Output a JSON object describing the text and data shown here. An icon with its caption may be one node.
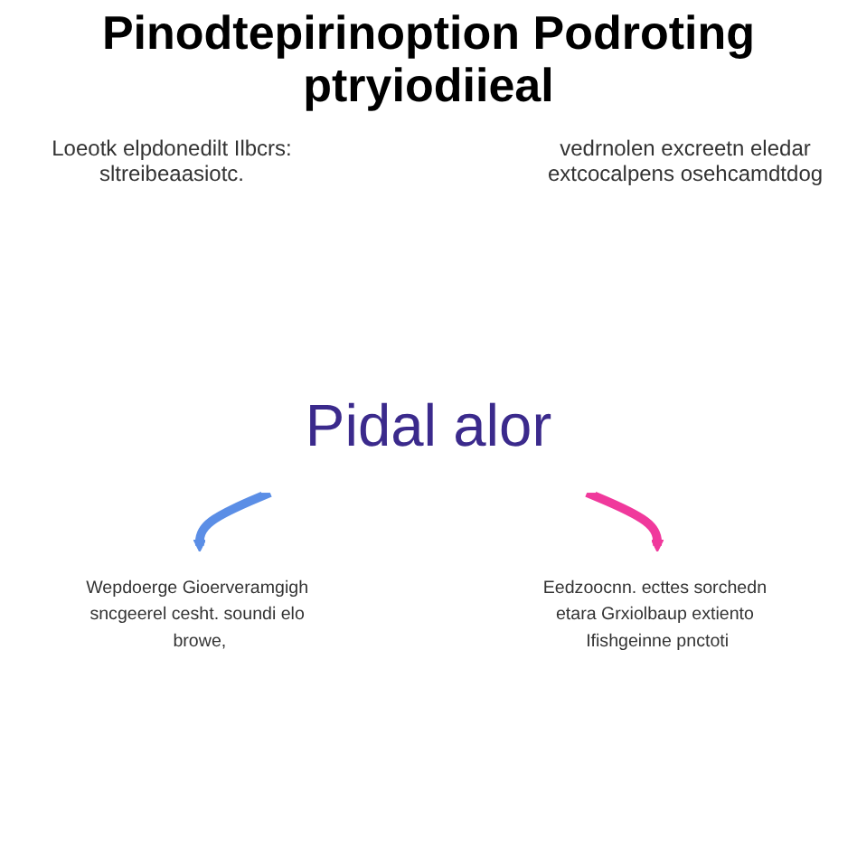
{
  "diagram": {
    "title": "Pinodtepirinoption Podroting ptryiodiieal",
    "nodes": [
      {
        "text": [
          "Pidal alor"
        ]
      },
      {
        "text": [
          "Wepdoerge Gioerveramgigh sncgeerel cesht. soundi elo browe,"
        ]
      },
      {
        "text": [
          "Eedzoocnn. ecttes sorchedn etara Grxiolbaup extiento Ifishgeinne pnctoti"
        ]
      }
    ],
    "edges": [
      {
        "from": 0,
        "to": 1,
        "arrow": "to",
        "color": "#5b8ee6"
      },
      {
        "from": 0,
        "to": 2,
        "arrow": "to",
        "color": "#f0399c"
      }
    ],
    "labels": [
      "Loeotk elpdonedilt Ilbcrs: sltreibeaasiotc.",
      "vedrnolen excreetn eledar extcocalpens osehcamdtdog"
    ]
  }
}
